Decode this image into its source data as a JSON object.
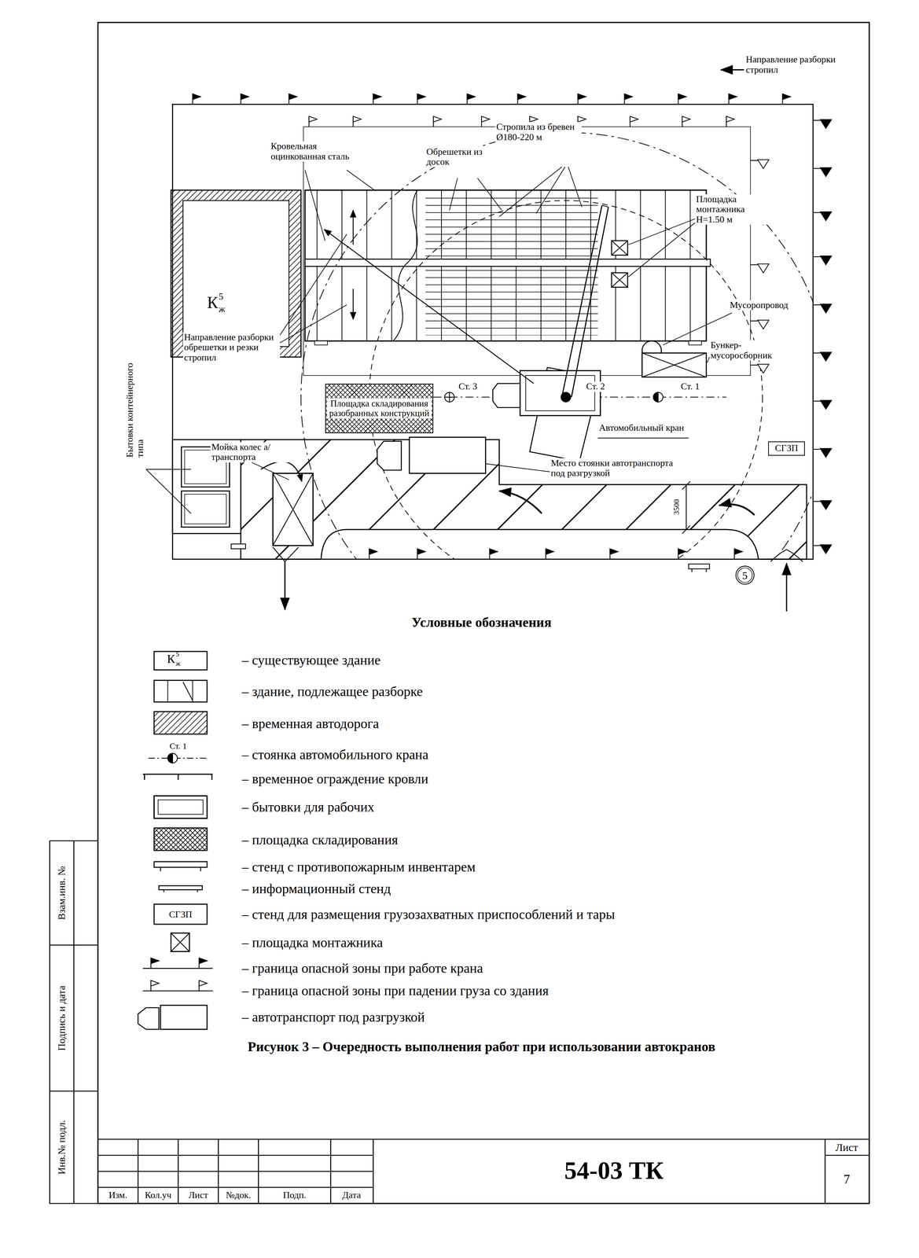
{
  "diagram": {
    "caption": "Рисунок 3 – Очередность выполнения работ при использовании автокранов",
    "nodes": [
      {
        "text": [
          "К",
          "5",
          "ж"
        ]
      },
      {
        "text": [
          "Площадка складирования разобранных конструкций"
        ]
      },
      {
        "text": [
          "СГЗП"
        ]
      },
      {
        "text": [
          "5"
        ]
      }
    ],
    "labels": [
      "Направление разборки стропил",
      "Кровельная оцинкованная сталь",
      "Обрешетки из досок",
      "Стропила из бревен Ø180-220 м",
      "Площадка монтажника H=1.50 м",
      "Мусоропровод",
      "Бункер-мусоросборник",
      "Направление разборки обрешетки и резки стропил",
      "Ст. 3",
      "Ст. 2",
      "Ст. 1",
      "Автомобильный кран",
      "Место стоянки автотранспорта под разгрузкой",
      "Мойка колес а/транспорта",
      "Бытовки контейнерного типа",
      "3500",
      "Условные обозначения",
      "К",
      "5",
      "ж",
      "Ст. 1",
      "СГЗП",
      "54-03 ТК",
      "Лист",
      "7",
      "Изм.",
      "Кол.уч",
      "Лист",
      "№док.",
      "Подп.",
      "Дата",
      "Взам.инв. №",
      "Подпись и дата",
      "Инв.№ подл."
    ],
    "legend": [
      {
        "text": "– существующее здание"
      },
      {
        "text": "– здание, подлежащее разборке"
      },
      {
        "text": "– временная автодорога"
      },
      {
        "text": "– стоянка автомобильного крана"
      },
      {
        "text": "– временное ограждение кровли"
      },
      {
        "text": "– бытовки для рабочих"
      },
      {
        "text": "– площадка складирования"
      },
      {
        "text": "– стенд с противопожарным инвентарем"
      },
      {
        "text": "– информационный стенд"
      },
      {
        "text": "– стенд для размещения грузозахватных приспособлений и тары"
      },
      {
        "text": "– площадка монтажника"
      },
      {
        "text": "– граница опасной зоны при работе крана"
      },
      {
        "text": "– граница опасной зоны при падении груза со здания"
      },
      {
        "text": "– автотранспорт под разгрузкой"
      }
    ]
  }
}
